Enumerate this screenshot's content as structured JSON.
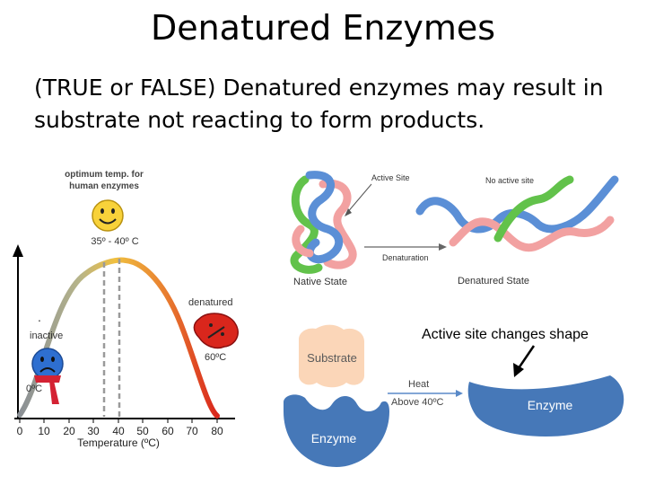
{
  "slide": {
    "title": "Denatured Enzymes",
    "question": "(TRUE or FALSE) Denatured enzymes may result in substrate not reacting to form products."
  },
  "temperature_graph": {
    "optimum_label": "optimum temp. for human enzymes",
    "optimum_range": "35º - 40º C",
    "inactive_label": "inactive",
    "cold_label": "0ºC",
    "denatured_label": "denatured",
    "hot_label": "60ºC",
    "x_axis_label": "Temperature (ºC)",
    "x_ticks": [
      "0",
      "10",
      "20",
      "30",
      "40",
      "50",
      "60",
      "70",
      "80"
    ],
    "dashed_lines_at": [
      35,
      40
    ],
    "curve_colors": [
      "#8a8f95",
      "#f0c040",
      "#e87b2f",
      "#d9261c"
    ]
  },
  "protein_diagram": {
    "active_site_label": "Active Site",
    "no_active_site_label": "No active site",
    "process_label": "Denaturation",
    "native_state_label": "Native State",
    "denatured_state_label": "Denatured State",
    "strand_colors": [
      "#5b8fd6",
      "#f2a1a1",
      "#62c24b"
    ]
  },
  "enzyme_diagram": {
    "caption": "Active site changes shape",
    "substrate_label": "Substrate",
    "enzyme_label": "Enzyme",
    "heat_label": "Heat",
    "condition_label": "Above 40ºC",
    "denatured_enzyme_label": "Enzyme",
    "substrate_color": "#fbd6b8",
    "enzyme_color": "#4678b8"
  }
}
